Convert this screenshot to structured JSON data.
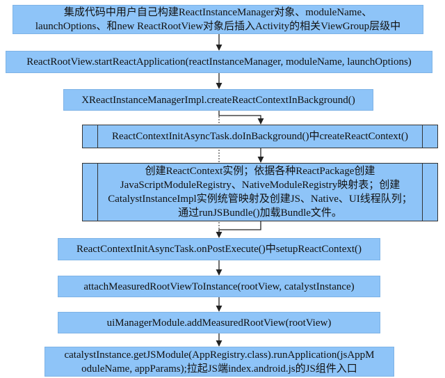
{
  "boxes": [
    {
      "lines": [
        "集成代码中用户自己构建ReactInstanceManager对象、moduleName、",
        "launchOptions、和new ReactRootView对象后插入Activity的相关ViewGroup层级中"
      ]
    },
    {
      "lines": [
        "ReactRootView.startReactApplication(reactInstanceManager, moduleName, launchOptions)"
      ]
    },
    {
      "lines": [
        "XReactInstanceManagerImpl.createReactContextInBackground()"
      ]
    },
    {
      "lines": [
        "ReactContextInitAsyncTask.doInBackground()中createReactContext()"
      ]
    },
    {
      "lines": [
        "创建ReactContext实例；依据各种ReactPackage创建",
        "JavaScriptModuleRegistry、NativeModuleRegistry映射表；创建",
        "CatalystInstanceImpl实例统管映射及创建JS、Native、UI线程队列；",
        "通过runJSBundle()加载Bundle文件。"
      ]
    },
    {
      "lines": [
        "ReactContextInitAsyncTask.onPostExecute()中setupReactContext()"
      ]
    },
    {
      "lines": [
        "attachMeasuredRootViewToInstance(rootView, catalystInstance)"
      ]
    },
    {
      "lines": [
        "uiManagerModule.addMeasuredRootView(rootView)"
      ]
    },
    {
      "lines": [
        "catalystInstance.getJSModule(AppRegistry.class).runApplication(jsAppM",
        "oduleName, appParams);拉起JS端index.android.js的JS组件入口"
      ]
    }
  ]
}
